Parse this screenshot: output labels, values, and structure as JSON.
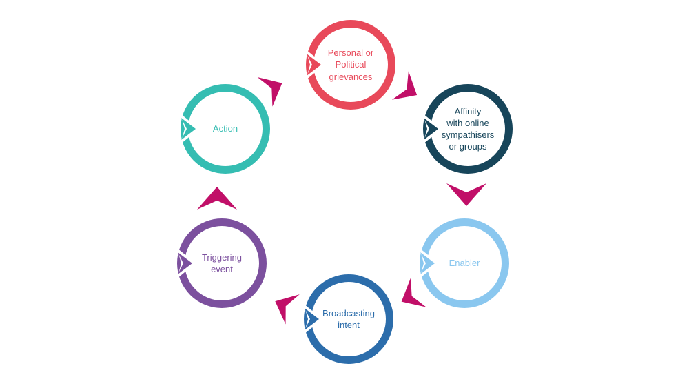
{
  "diagram": {
    "description": "Cycle diagram with six stages connected by clockwise chevron arrows",
    "arrow_color": "#C10F68",
    "background_color": "#FFFFFF",
    "nodes": [
      {
        "id": "grievances",
        "label": "Personal or\nPolitical\ngrievances",
        "color": "#E8495A"
      },
      {
        "id": "affinity",
        "label": "Affinity\nwith online\nsympathisers\nor groups",
        "color": "#17455A"
      },
      {
        "id": "enabler",
        "label": "Enabler",
        "color": "#8AC7EF"
      },
      {
        "id": "broadcasting",
        "label": "Broadcasting\nintent",
        "color": "#2C6DAB"
      },
      {
        "id": "triggering",
        "label": "Triggering\nevent",
        "color": "#7C509E"
      },
      {
        "id": "action",
        "label": "Action",
        "color": "#35BDB2"
      }
    ]
  }
}
